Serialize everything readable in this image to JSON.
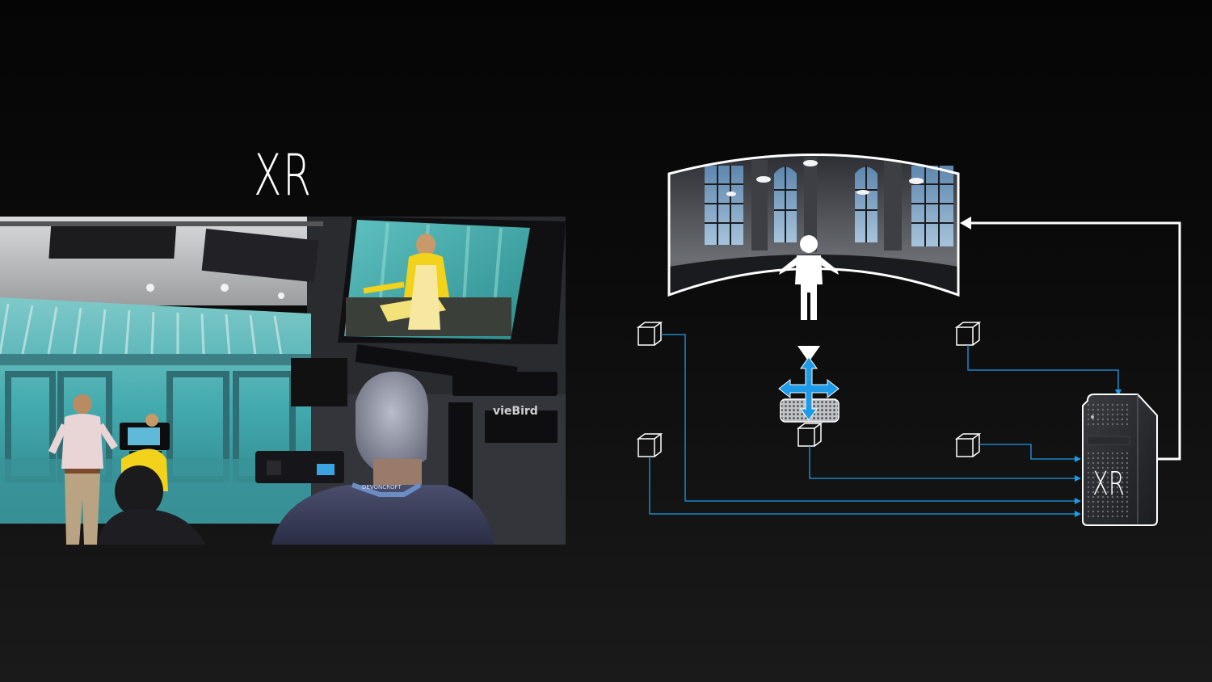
{
  "slide": {
    "title": "XR"
  },
  "diagram": {
    "server_label": "XR",
    "colors": {
      "background": "#0a0a0a",
      "line_white": "#ffffff",
      "signal_blue": "#1e9be8",
      "screen_teal": "#3fb7bd",
      "presenter_yellow": "#f2d21a"
    },
    "icons": [
      "led-volume-wall",
      "presenter-figure",
      "tracking-camera-icon",
      "movement-arrows-icon",
      "tracker-box-icon",
      "render-server-tower"
    ]
  }
}
